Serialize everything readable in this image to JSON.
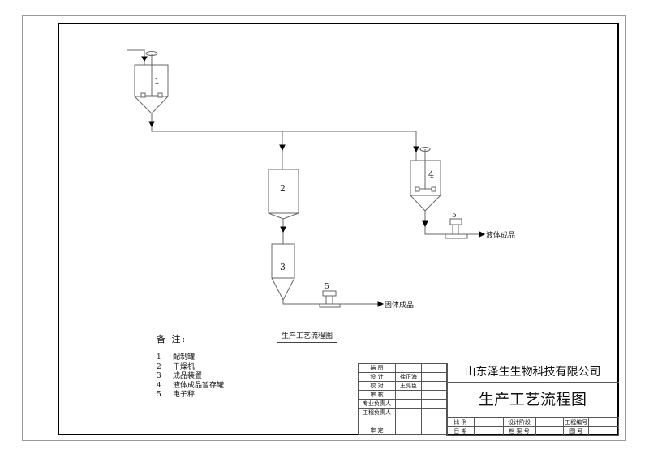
{
  "diagram": {
    "equipment": [
      {
        "id": "1",
        "label": "1",
        "type": "agitated-tank"
      },
      {
        "id": "2",
        "label": "2",
        "type": "hopper-tank"
      },
      {
        "id": "3",
        "label": "3",
        "type": "hopper-tank"
      },
      {
        "id": "4",
        "label": "4",
        "type": "agitated-tank"
      },
      {
        "id": "5a",
        "label": "5",
        "type": "scale"
      },
      {
        "id": "5b",
        "label": "5",
        "type": "scale"
      }
    ],
    "outputs": {
      "liquid_product": "液体成品",
      "solid_product": "固体成品"
    },
    "caption": "生产工艺流程图"
  },
  "legend": {
    "title": "备 注:",
    "items": [
      {
        "num": "1",
        "name": "配制罐"
      },
      {
        "num": "2",
        "name": "干燥机"
      },
      {
        "num": "3",
        "name": "成品装置"
      },
      {
        "num": "4",
        "name": "液体成品暂存罐"
      },
      {
        "num": "5",
        "name": "电子秤"
      }
    ]
  },
  "title_block": {
    "company": "山东泽生生物科技有限公司",
    "drawing_title": "生产工艺流程图",
    "left_rows": [
      {
        "label": "描  图",
        "value": ""
      },
      {
        "label": "设  计",
        "value": "徐正海"
      },
      {
        "label": "校  对",
        "value": "王亮臣"
      },
      {
        "label": "审  核",
        "value": ""
      },
      {
        "label": "专业负责人",
        "value": ""
      },
      {
        "label": "工程负责人",
        "value": ""
      },
      {
        "label": "",
        "value": ""
      },
      {
        "label": "审  定",
        "value": ""
      }
    ],
    "bottom_rows": [
      {
        "c1": "比  例",
        "c2": "",
        "c3": "设计阶段",
        "c4": "",
        "c5": "工程编号",
        "c6": ""
      },
      {
        "c1": "日  期",
        "c2": "",
        "c3": "档 案 号",
        "c4": "",
        "c5": "图  号",
        "c6": ""
      }
    ]
  }
}
